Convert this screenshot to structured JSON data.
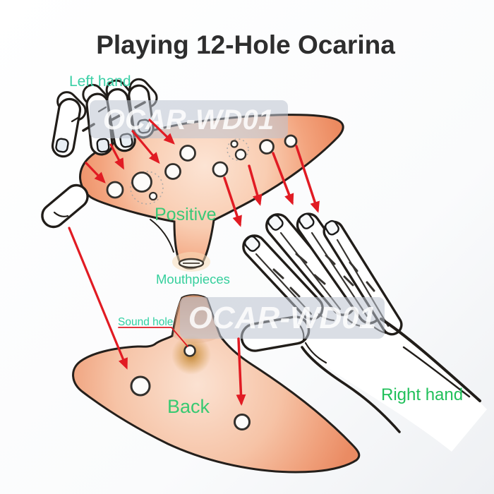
{
  "title": "Playing 12-Hole Ocarina",
  "labels": {
    "left_hand": "Left hand",
    "right_hand": "Right hand",
    "positive": "Positive",
    "mouthpieces": "Mouthpieces",
    "sound_hole": "Sound hole",
    "back": "Back"
  },
  "watermark": {
    "text": "OCAR-WD01"
  },
  "diagram": {
    "top_view_finger_holes": 10,
    "back_view_thumb_holes": 2,
    "total_holes": 12,
    "finger_to_hole_arrows": 9
  },
  "colors": {
    "title_text": "#2e2e2e",
    "label_green": "#2fc96e",
    "label_teal": "#35cf9f",
    "arrow_red": "#e11b23",
    "ocarina_edge": "#ec8a60",
    "ocarina_center": "#fce4d4",
    "outline_black": "#211d19",
    "watermark_band": "#bcc2cf",
    "watermark_text": "#ffffff",
    "background": "#ffffff"
  }
}
